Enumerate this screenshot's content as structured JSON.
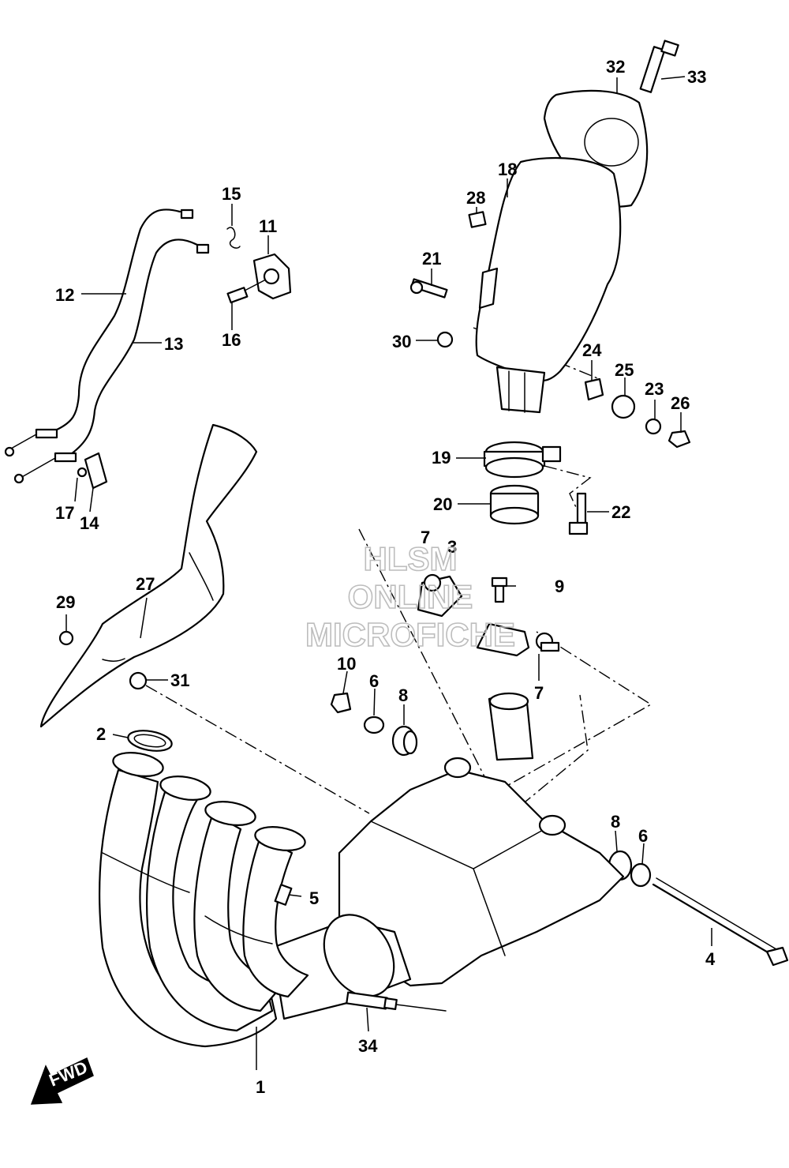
{
  "watermark": {
    "line1": "HLSM",
    "line2": "ONLINE",
    "line3": "MICROFICHE"
  },
  "fwd_label": "FWD",
  "callouts": [
    {
      "id": "1",
      "label": "1"
    },
    {
      "id": "2",
      "label": "2"
    },
    {
      "id": "3",
      "label": "3"
    },
    {
      "id": "4",
      "label": "4"
    },
    {
      "id": "5",
      "label": "5"
    },
    {
      "id": "6a",
      "label": "6"
    },
    {
      "id": "6b",
      "label": "6"
    },
    {
      "id": "7a",
      "label": "7"
    },
    {
      "id": "7b",
      "label": "7"
    },
    {
      "id": "8a",
      "label": "8"
    },
    {
      "id": "8b",
      "label": "8"
    },
    {
      "id": "9",
      "label": "9"
    },
    {
      "id": "10",
      "label": "10"
    },
    {
      "id": "11",
      "label": "11"
    },
    {
      "id": "12",
      "label": "12"
    },
    {
      "id": "13",
      "label": "13"
    },
    {
      "id": "14",
      "label": "14"
    },
    {
      "id": "15",
      "label": "15"
    },
    {
      "id": "16",
      "label": "16"
    },
    {
      "id": "17",
      "label": "17"
    },
    {
      "id": "18",
      "label": "18"
    },
    {
      "id": "19",
      "label": "19"
    },
    {
      "id": "20",
      "label": "20"
    },
    {
      "id": "21",
      "label": "21"
    },
    {
      "id": "22",
      "label": "22"
    },
    {
      "id": "23",
      "label": "23"
    },
    {
      "id": "24",
      "label": "24"
    },
    {
      "id": "25",
      "label": "25"
    },
    {
      "id": "26",
      "label": "26"
    },
    {
      "id": "27",
      "label": "27"
    },
    {
      "id": "28",
      "label": "28"
    },
    {
      "id": "29",
      "label": "29"
    },
    {
      "id": "30",
      "label": "30"
    },
    {
      "id": "31",
      "label": "31"
    },
    {
      "id": "32",
      "label": "32"
    },
    {
      "id": "33",
      "label": "33"
    },
    {
      "id": "34",
      "label": "34"
    }
  ]
}
